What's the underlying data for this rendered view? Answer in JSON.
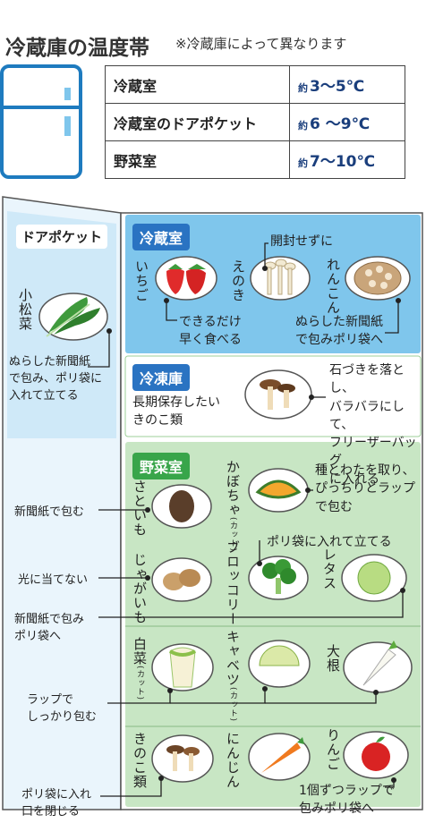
{
  "header": {
    "title": "冷蔵庫の温度帯",
    "note": "※冷蔵庫によって異なります"
  },
  "temperature_table": [
    {
      "zone": "冷蔵室",
      "prefix": "約",
      "range": "3〜5℃"
    },
    {
      "zone": "冷蔵室のドアポケット",
      "prefix": "約",
      "range": "6 〜9℃"
    },
    {
      "zone": "野菜室",
      "prefix": "約",
      "range": "7〜10℃"
    }
  ],
  "door_pocket": {
    "label": "ドアポケット",
    "item": "小松菜",
    "note": [
      "ぬらした新聞紙",
      "で包み、ポリ袋に",
      "入れて立てる"
    ]
  },
  "fridge": {
    "label": "冷蔵室",
    "items": {
      "strawberry": "いちご",
      "enoki": "えのき",
      "lotus": "れんこん"
    },
    "notes": {
      "unopened": "開封せずに",
      "eat_early": [
        "できるだけ",
        "早く食べる"
      ],
      "lotus_wrap": [
        "ぬらした新聞紙",
        "で包みポリ袋へ"
      ]
    },
    "colors": {
      "panel": "#7fc6ec",
      "accent": "#2a73c2"
    }
  },
  "freezer": {
    "label": "冷凍庫",
    "description": [
      "長期保存したい",
      "きのこ類"
    ],
    "note": [
      "石づきを落とし、",
      "バラバラにして、",
      "フリーザーバッグ",
      "に入れる"
    ],
    "colors": {
      "panel": "#ffffff"
    }
  },
  "vegetable": {
    "label": "野菜室",
    "items": {
      "taro": "さといも",
      "pumpkin": "かぼちゃ",
      "pumpkin_cut": "(カット)",
      "potato": "じゃがいも",
      "broccoli": "ブロッコリー",
      "lettuce": "レタス",
      "napa": "白菜",
      "napa_cut": "(カット)",
      "cabbage": "キャベツ",
      "cabbage_cut": "(カット)",
      "daikon": "大根",
      "mushrooms": "きのこ類",
      "carrot": "にんじん",
      "apple": "りんご"
    },
    "notes": {
      "pumpkin_note": [
        "種とわたを取り、",
        "ぴっちりとラップ",
        "で包む"
      ],
      "broccoli_note": "ポリ袋に入れて立てる",
      "apple_note": [
        "1個ずつラップで",
        "包みポリ袋へ"
      ]
    },
    "colors": {
      "panel": "#c8e6c4",
      "accent": "#38a54a"
    }
  },
  "side_notes": {
    "newspaper_wrap": "新聞紙で包む",
    "no_light": "光に当てない",
    "newspaper_bag": [
      "新聞紙で包み",
      "ポリ袋へ"
    ],
    "wrap_tight": [
      "ラップで",
      "しっかり包む"
    ],
    "bag_close": [
      "ポリ袋に入れ",
      "口を閉じる"
    ]
  }
}
